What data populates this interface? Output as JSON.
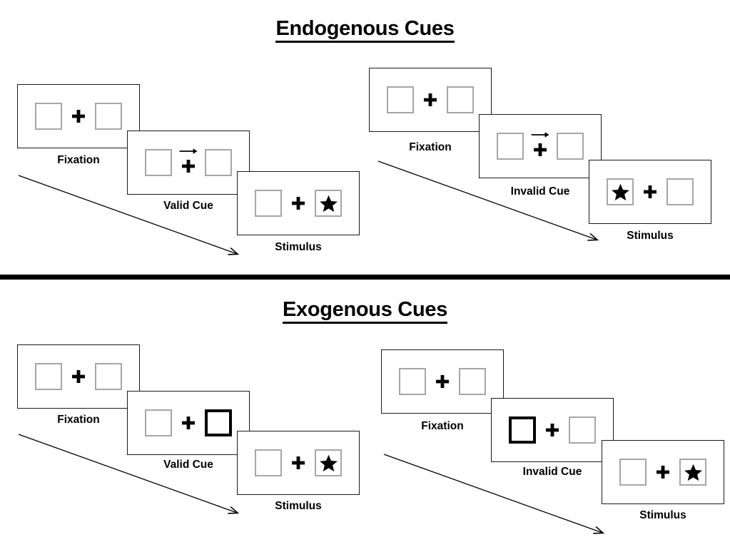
{
  "page": {
    "background_color": "#ffffff",
    "divider_color": "#000000"
  },
  "sections": [
    {
      "id": "endogenous",
      "title": "Endogenous Cues",
      "title_underlined": true,
      "sequences": [
        {
          "id": "endogenous-valid",
          "stages": [
            {
              "label": "Fixation",
              "cue": "none",
              "cue_side": null,
              "stimulus_side": null
            },
            {
              "label": "Valid Cue",
              "cue": "arrow",
              "cue_side": "right",
              "stimulus_side": null
            },
            {
              "label": "Stimulus",
              "cue": "none",
              "cue_side": null,
              "stimulus_side": "right"
            }
          ]
        },
        {
          "id": "endogenous-invalid",
          "stages": [
            {
              "label": "Fixation",
              "cue": "none",
              "cue_side": null,
              "stimulus_side": null
            },
            {
              "label": "Invalid Cue",
              "cue": "arrow",
              "cue_side": "right",
              "stimulus_side": null
            },
            {
              "label": "Stimulus",
              "cue": "none",
              "cue_side": null,
              "stimulus_side": "left"
            }
          ]
        }
      ]
    },
    {
      "id": "exogenous",
      "title": "Exogenous Cues",
      "title_underlined": true,
      "sequences": [
        {
          "id": "exogenous-valid",
          "stages": [
            {
              "label": "Fixation",
              "cue": "none",
              "cue_side": null,
              "stimulus_side": null
            },
            {
              "label": "Valid Cue",
              "cue": "box-flash",
              "cue_side": "right",
              "stimulus_side": null
            },
            {
              "label": "Stimulus",
              "cue": "none",
              "cue_side": null,
              "stimulus_side": "right"
            }
          ]
        },
        {
          "id": "exogenous-invalid",
          "stages": [
            {
              "label": "Fixation",
              "cue": "none",
              "cue_side": null,
              "stimulus_side": null
            },
            {
              "label": "Invalid Cue",
              "cue": "box-flash",
              "cue_side": "left",
              "stimulus_side": null
            },
            {
              "label": "Stimulus",
              "cue": "none",
              "cue_side": null,
              "stimulus_side": "right"
            }
          ]
        }
      ]
    }
  ],
  "icons": {
    "fixation_cross": "plus-cross-icon",
    "arrow_cue": "right-arrow-cue-icon",
    "stimulus": "star-icon",
    "flow": "diagonal-time-arrow-icon"
  },
  "colors": {
    "stroke": "#000000",
    "placeholder_box": "#a6a6a6",
    "frame_border": "#1a1a1a",
    "cued_box": "#000000"
  }
}
